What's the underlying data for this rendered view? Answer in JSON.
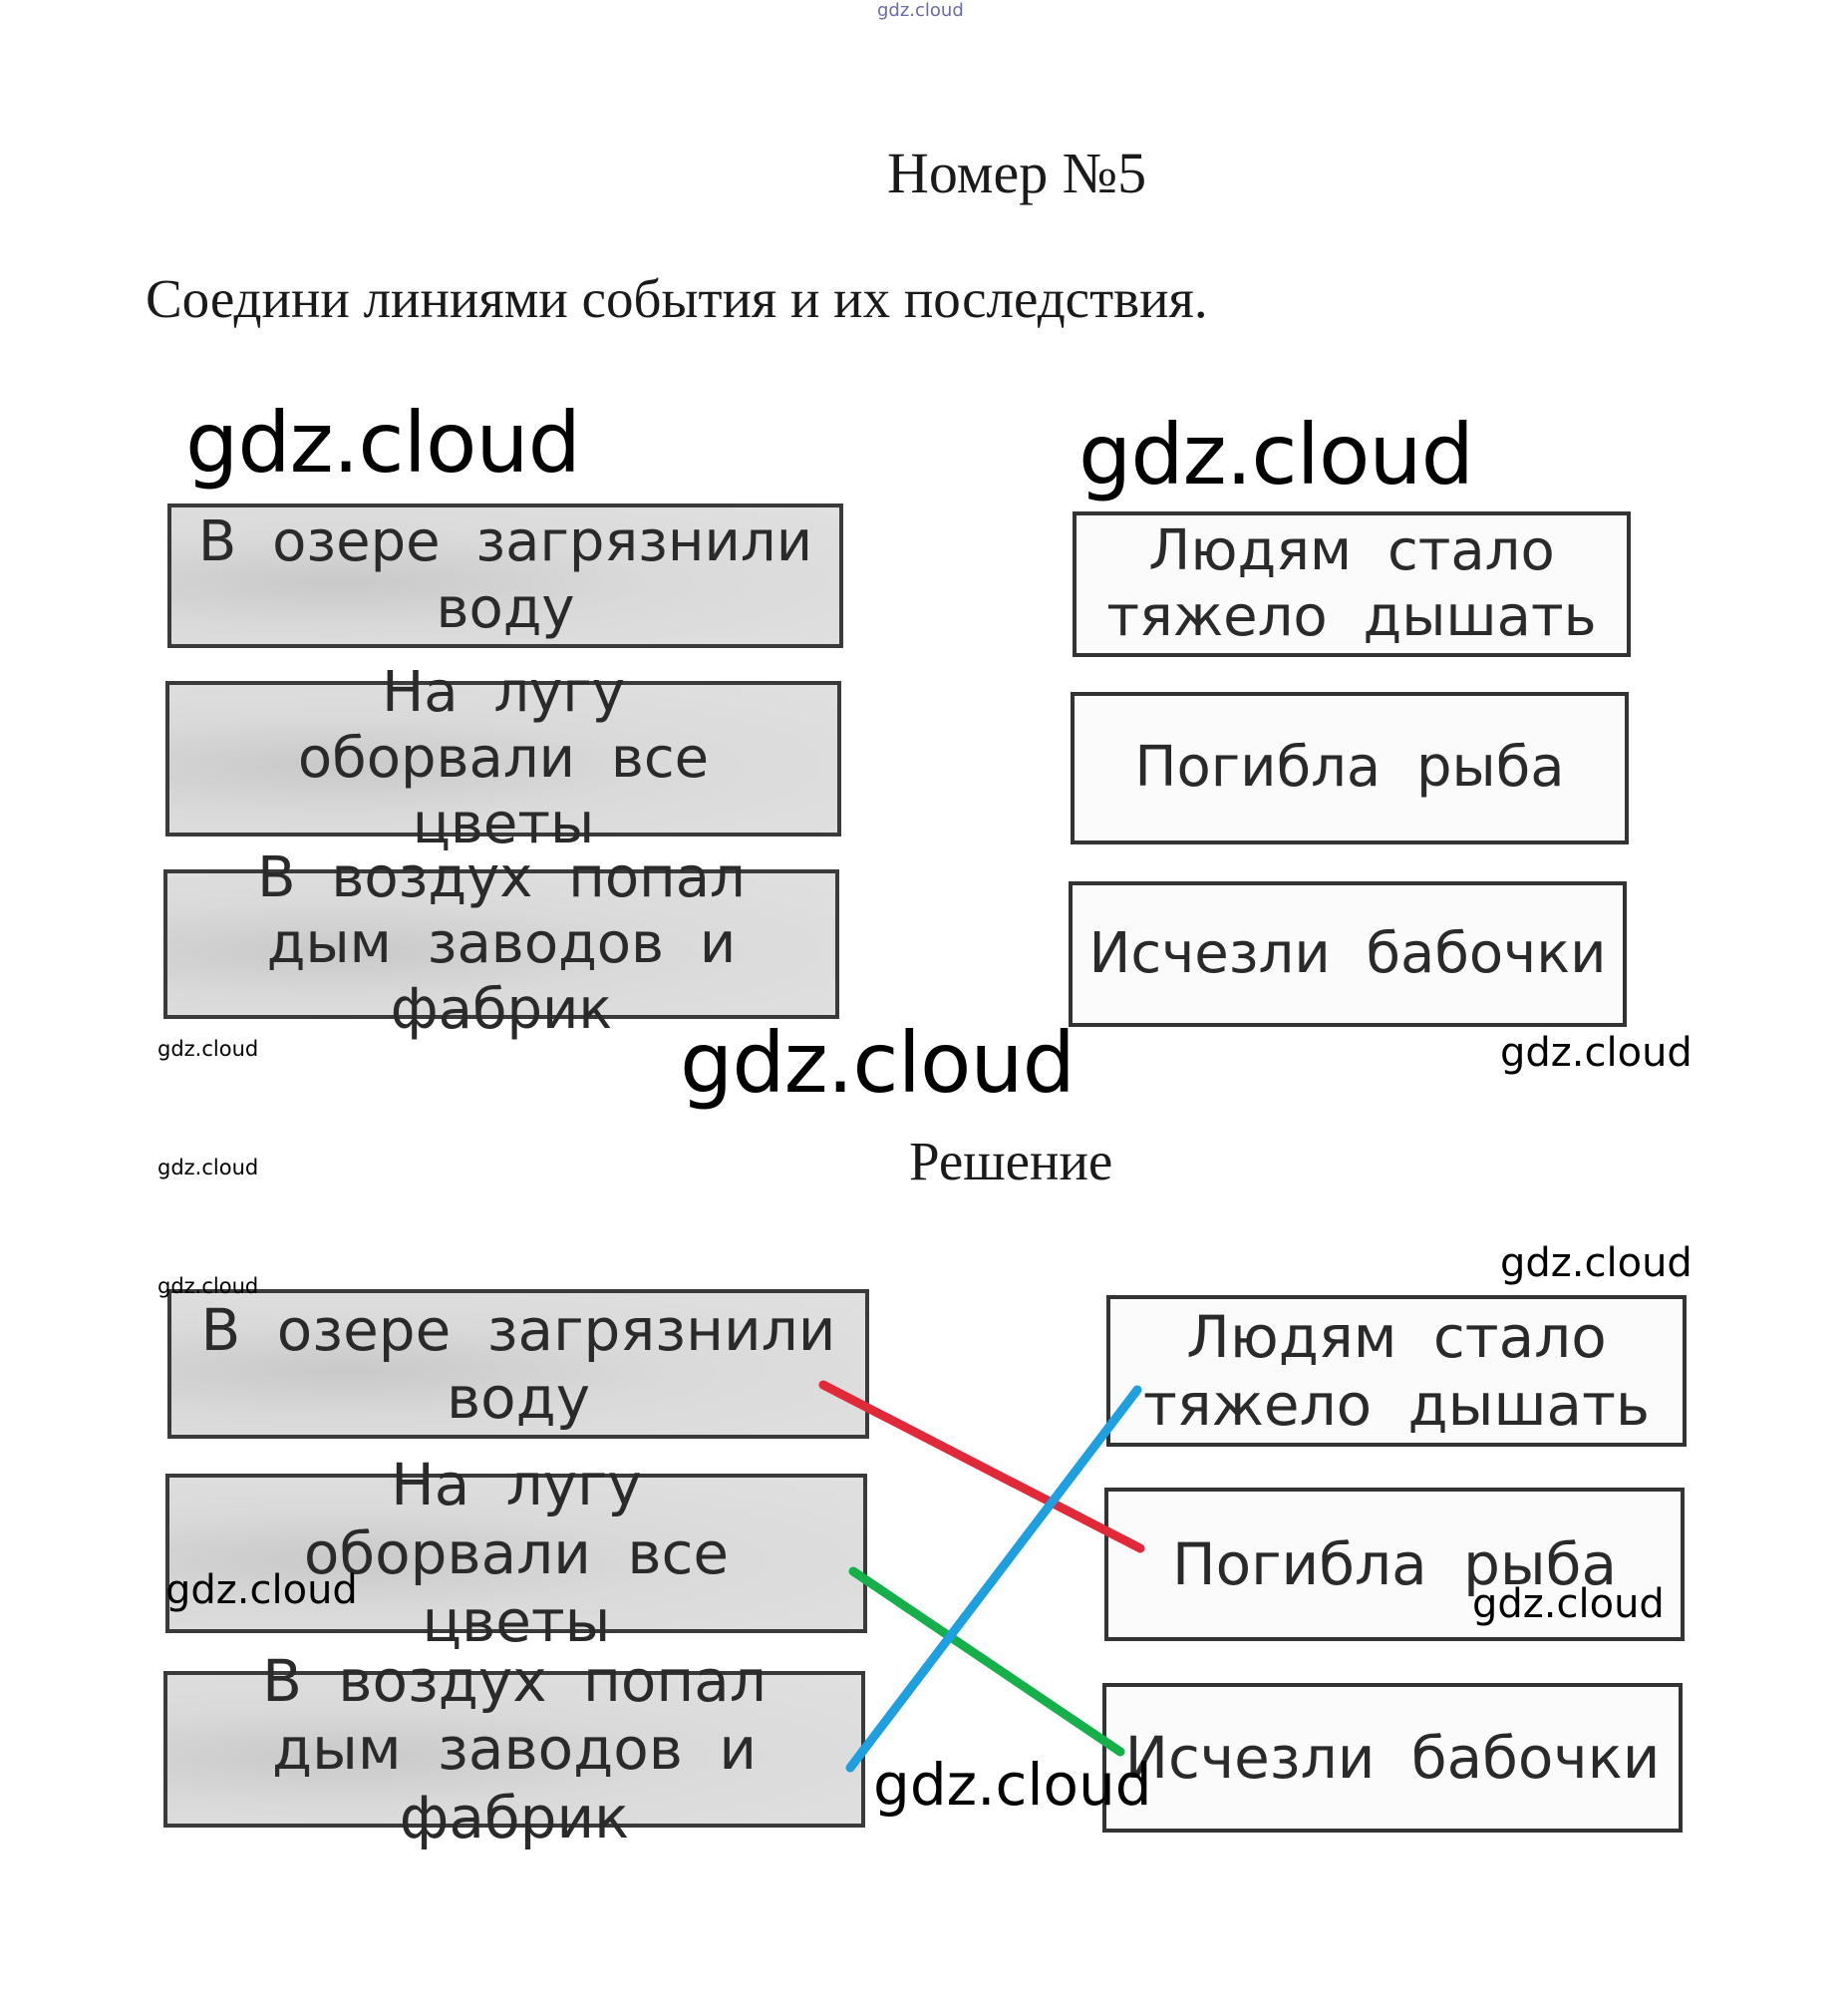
{
  "header": {
    "top_watermark": "gdz.cloud",
    "title": "Номер №5",
    "instruction": "Соедини линиями события и их последствия."
  },
  "watermarks": {
    "big": "gdz.cloud",
    "small": "gdz.cloud"
  },
  "task": {
    "events": [
      "В озере загрязнили воду",
      "На лугу оборвали все цветы",
      "В воздух попал дым заводов и фабрик"
    ],
    "consequences": [
      "Людям стало тяжело дышать",
      "Погибла рыба",
      "Исчезли бабочки"
    ]
  },
  "solution": {
    "heading": "Решение",
    "events": [
      "В озере загрязнили воду",
      "На лугу оборвали все цветы",
      "В воздух попал дым заводов и фабрик"
    ],
    "consequences": [
      "Людям стало тяжело дышать",
      "Погибла рыба",
      "Исчезли бабочки"
    ],
    "connections": [
      {
        "event": "В озере загрязнили воду",
        "consequence": "Погибла рыба",
        "color": "#e02a3a"
      },
      {
        "event": "На лугу оборвали все цветы",
        "consequence": "Исчезли бабочки",
        "color": "#16b04a"
      },
      {
        "event": "В воздух попал дым заводов и фабрик",
        "consequence": "Людям стало тяжело дышать",
        "color": "#1ea0e0"
      }
    ]
  }
}
